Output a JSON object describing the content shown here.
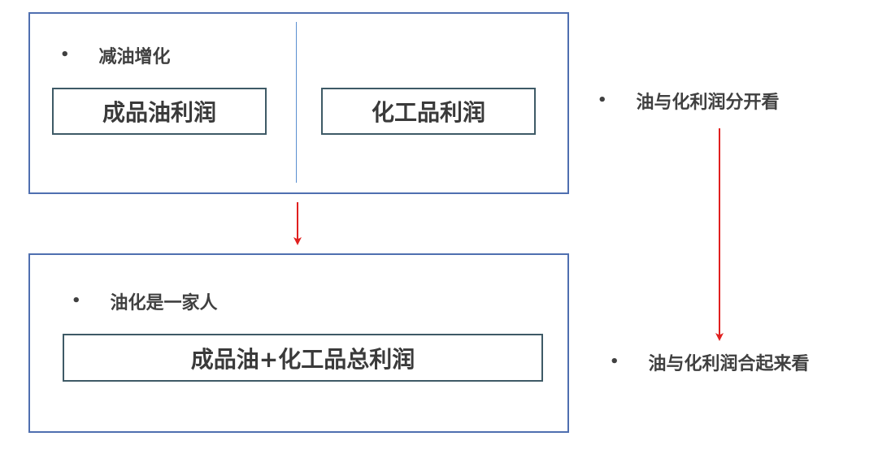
{
  "top_panel": {
    "bullet": "减油增化",
    "left_box": "成品油利润",
    "right_box": "化工品利润"
  },
  "bottom_panel": {
    "bullet": "油化是一家人",
    "box": "成品油+化工品总利润"
  },
  "side_notes": {
    "top": "油与化利润分开看",
    "bottom": "油与化利润合起来看"
  },
  "bullet_symbol": "•",
  "colors": {
    "frame_border": "#4f6fb0",
    "box_border": "#3e5a66",
    "arrow": "#e0201f",
    "divider": "#5b8fd0",
    "text": "#404040"
  }
}
